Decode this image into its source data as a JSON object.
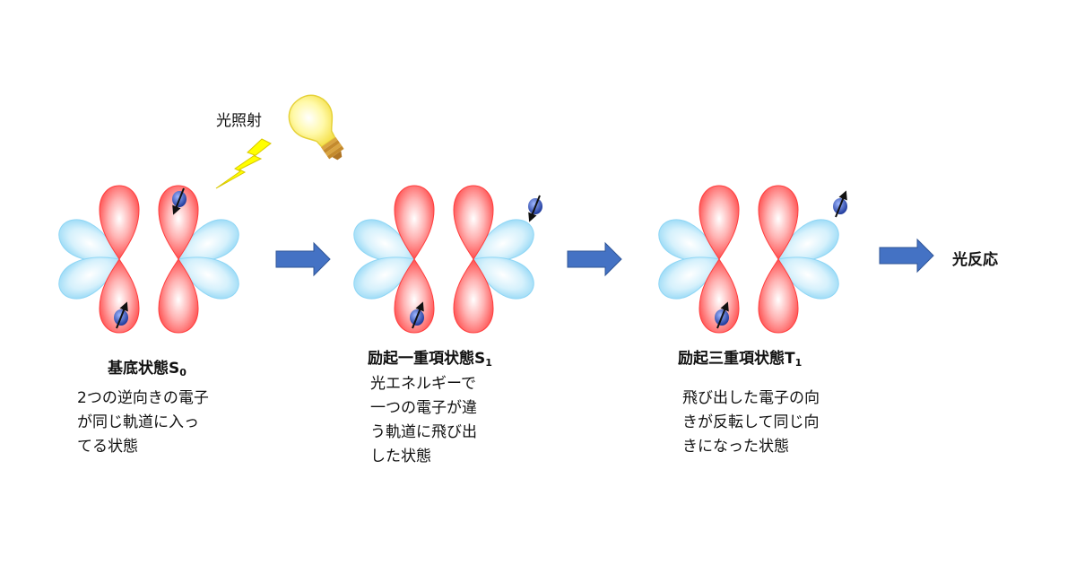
{
  "light_label": "光照射",
  "result_label": "光反応",
  "states": [
    {
      "title_main": "基底状態S",
      "title_sub": "0",
      "desc_lines": [
        "2つの逆向きの電子",
        "が同じ軌道に入っ",
        "てる状態"
      ]
    },
    {
      "title_main": "励起一重項状態S",
      "title_sub": "1",
      "desc_lines": [
        "光エネルギーで",
        "一つの電子が違",
        "う軌道に飛び出",
        "した状態"
      ]
    },
    {
      "title_main": "励起三重項状態T",
      "title_sub": "1",
      "desc_lines": [
        "飛び出した電子の向",
        "きが反転して同じ向",
        "きになった状態"
      ]
    }
  ],
  "colors": {
    "red_lobe": "#ff4d4d",
    "blue_lobe": "#a8e1f8",
    "arrow": "#4472c4",
    "electron": "#2e4fb5",
    "bolt": "#ffff00",
    "bulb": "#fff36a"
  },
  "icons": [
    "lightning-bolt-icon",
    "light-bulb-icon",
    "right-arrow-icon",
    "electron-spin-icon"
  ]
}
